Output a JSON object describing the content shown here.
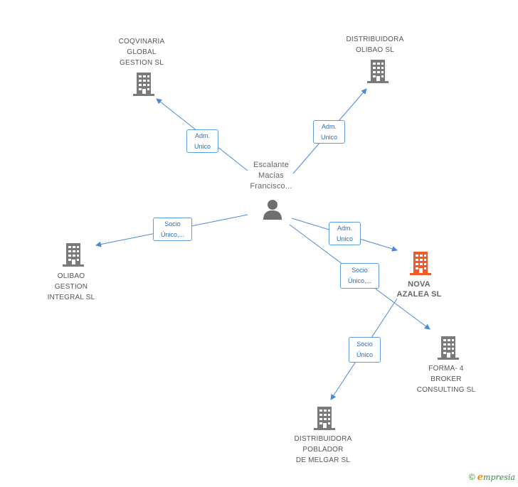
{
  "colors": {
    "edge": "#4a8ad8",
    "company_icon": "#7a7a7a",
    "focus_icon": "#f05a28",
    "person_icon": "#6f6f6f",
    "box_border": "#5b9bd5",
    "box_text": "#2f6db5"
  },
  "nodes": {
    "person": {
      "label": "Escalante\nMacias\nFrancisco...",
      "icon": "person-icon"
    },
    "coqvinaria": {
      "label": "COQVINARIA\nGLOBAL\nGESTION  SL",
      "icon": "building-icon"
    },
    "olibao_sl": {
      "label": "DISTRIBUIDORA\nOLIBAO SL",
      "icon": "building-icon"
    },
    "olibao_gestion": {
      "label": "OLIBAO\nGESTION\nINTEGRAL  SL",
      "icon": "building-icon"
    },
    "nova_azalea": {
      "label": "NOVA\nAZALEA SL",
      "icon": "building-icon"
    },
    "forma4": {
      "label": "FORMA- 4\nBROKER\nCONSULTING  SL",
      "icon": "building-icon"
    },
    "poblador": {
      "label": "DISTRIBUIDORA\nPOBLADOR\nDE MELGAR SL",
      "icon": "building-icon"
    }
  },
  "relations": {
    "r1": "Adm.\nUnico",
    "r2": "Adm.\nUnico",
    "r3": "Socio\nÚnico,...",
    "r4": "Adm.\nUnico",
    "r5": "Socio\nÚnico,...",
    "r6": "Socio\nÚnico"
  },
  "footer": {
    "copyright": "©",
    "brand_first": "e",
    "brand_rest": "mpresia"
  }
}
